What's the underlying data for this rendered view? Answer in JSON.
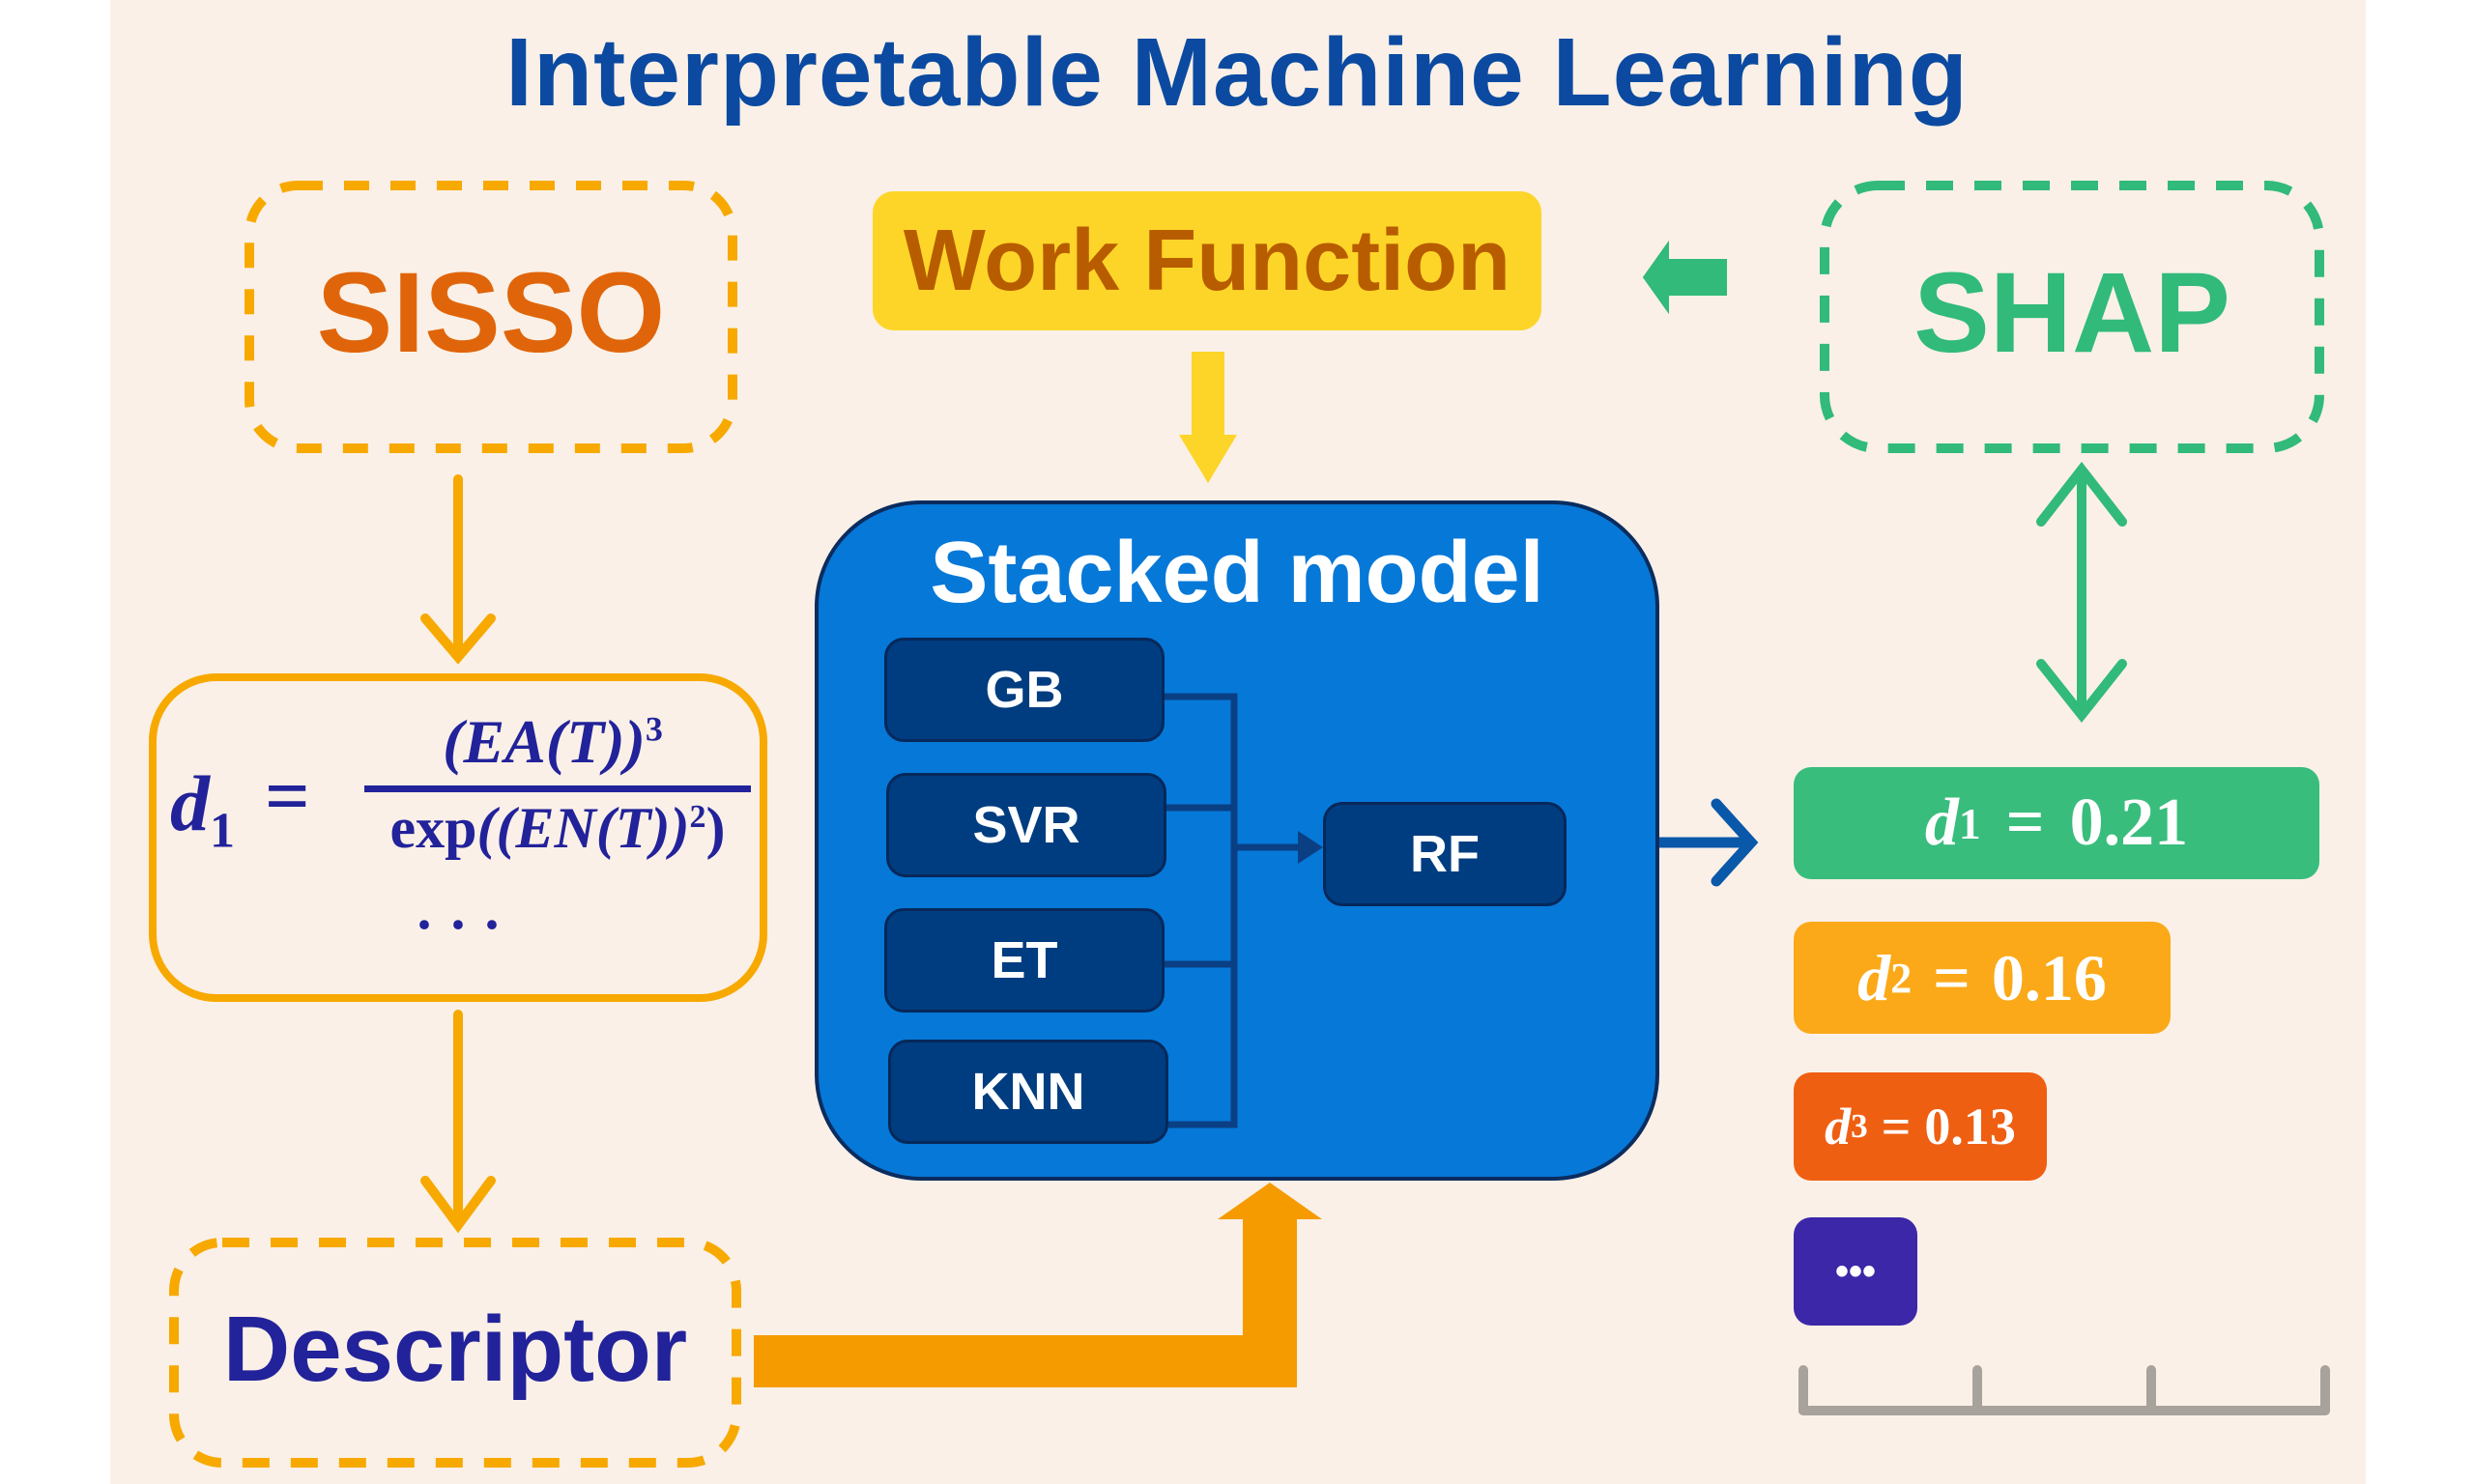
{
  "title": "Interpretable Machine Learning",
  "nodes": {
    "sisso": "SISSO",
    "work_function": "Work Function",
    "shap": "SHAP",
    "descriptor": "Descriptor",
    "stacked_model": "Stacked model"
  },
  "formula": {
    "lhs_var": "d",
    "lhs_sub": "1",
    "equals": "=",
    "numerator": "(EA(T))",
    "numerator_exp": "3",
    "denominator_fn": "exp",
    "denominator_open": "((EN(T))",
    "denominator_exp": "2",
    "denominator_close": ")",
    "ellipsis": "· · ·"
  },
  "base_models": [
    "GB",
    "SVR",
    "ET",
    "KNN"
  ],
  "meta_model": "RF",
  "importance": [
    {
      "var": "d",
      "sub": "1",
      "value": "0.21",
      "color": "#38bd7c"
    },
    {
      "var": "d",
      "sub": "2",
      "value": "0.16",
      "color": "#fba919"
    },
    {
      "var": "d",
      "sub": "3",
      "value": "0.13",
      "color": "#ef5f12"
    },
    {
      "label": "•••",
      "color": "#3b27a8"
    }
  ],
  "colors": {
    "background": "#faf0e7",
    "title": "#0b4aa0",
    "sisso": "#e0650a",
    "orange_stroke": "#f7a900",
    "shap": "#31ba7a",
    "work_function_fill": "#fdd528",
    "work_function_text": "#b85c00",
    "stacked_fill": "#0678d8",
    "model_fill": "#003d80",
    "descriptor": "#22229a",
    "axis": "#a8a29c"
  }
}
